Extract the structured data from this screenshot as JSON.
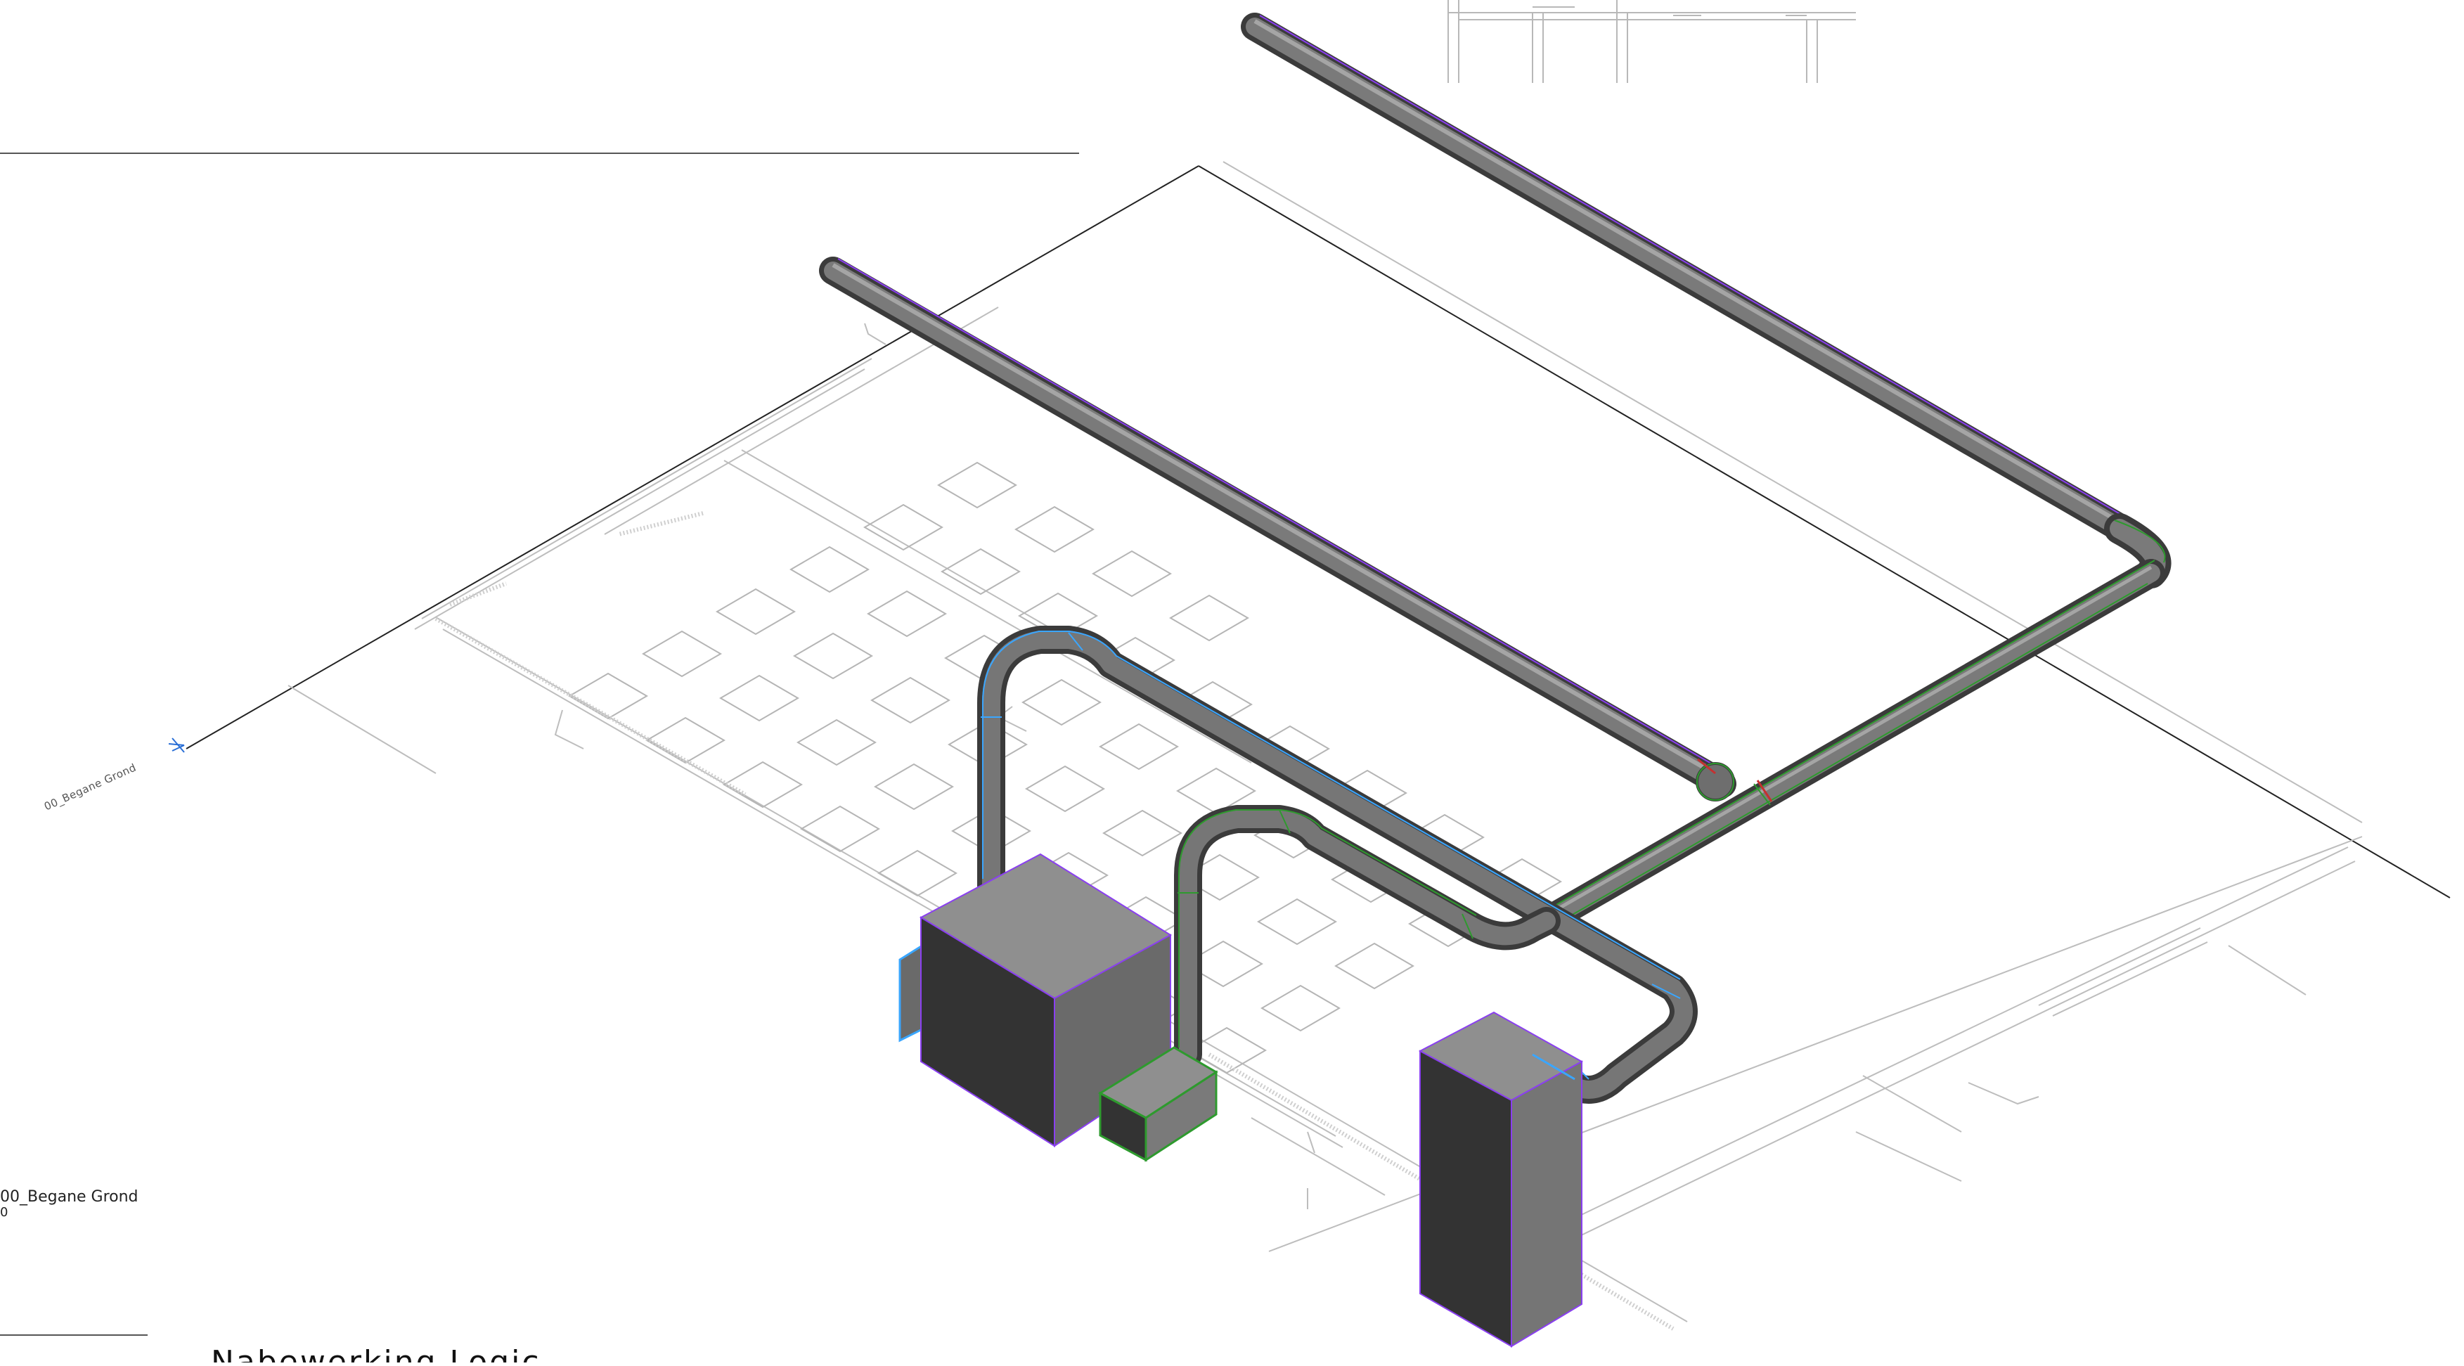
{
  "view": {
    "level_name": "00_Begane Grond",
    "level_elevation": "0",
    "iso_level_tag": "00_Begane Grond",
    "caption": "Nabewerking Logic"
  },
  "colors": {
    "background": "#ffffff",
    "grid_line": "#555555",
    "underlay": "#b8b8b8",
    "pipe_body": "#6e6e6e",
    "pipe_dark": "#3a3a3a",
    "pipe_highlight": "#a8a8a8",
    "supply_edge": "#8a3ff0",
    "return_edge": "#2e9a2e",
    "duct_edge": "#3aa6ff",
    "fitting_red": "#c63030",
    "unit_light": "#8f8f8f",
    "unit_mid": "#6a6a6a",
    "unit_dark": "#333333"
  },
  "icons": {
    "level_marker": "level-head-icon"
  }
}
